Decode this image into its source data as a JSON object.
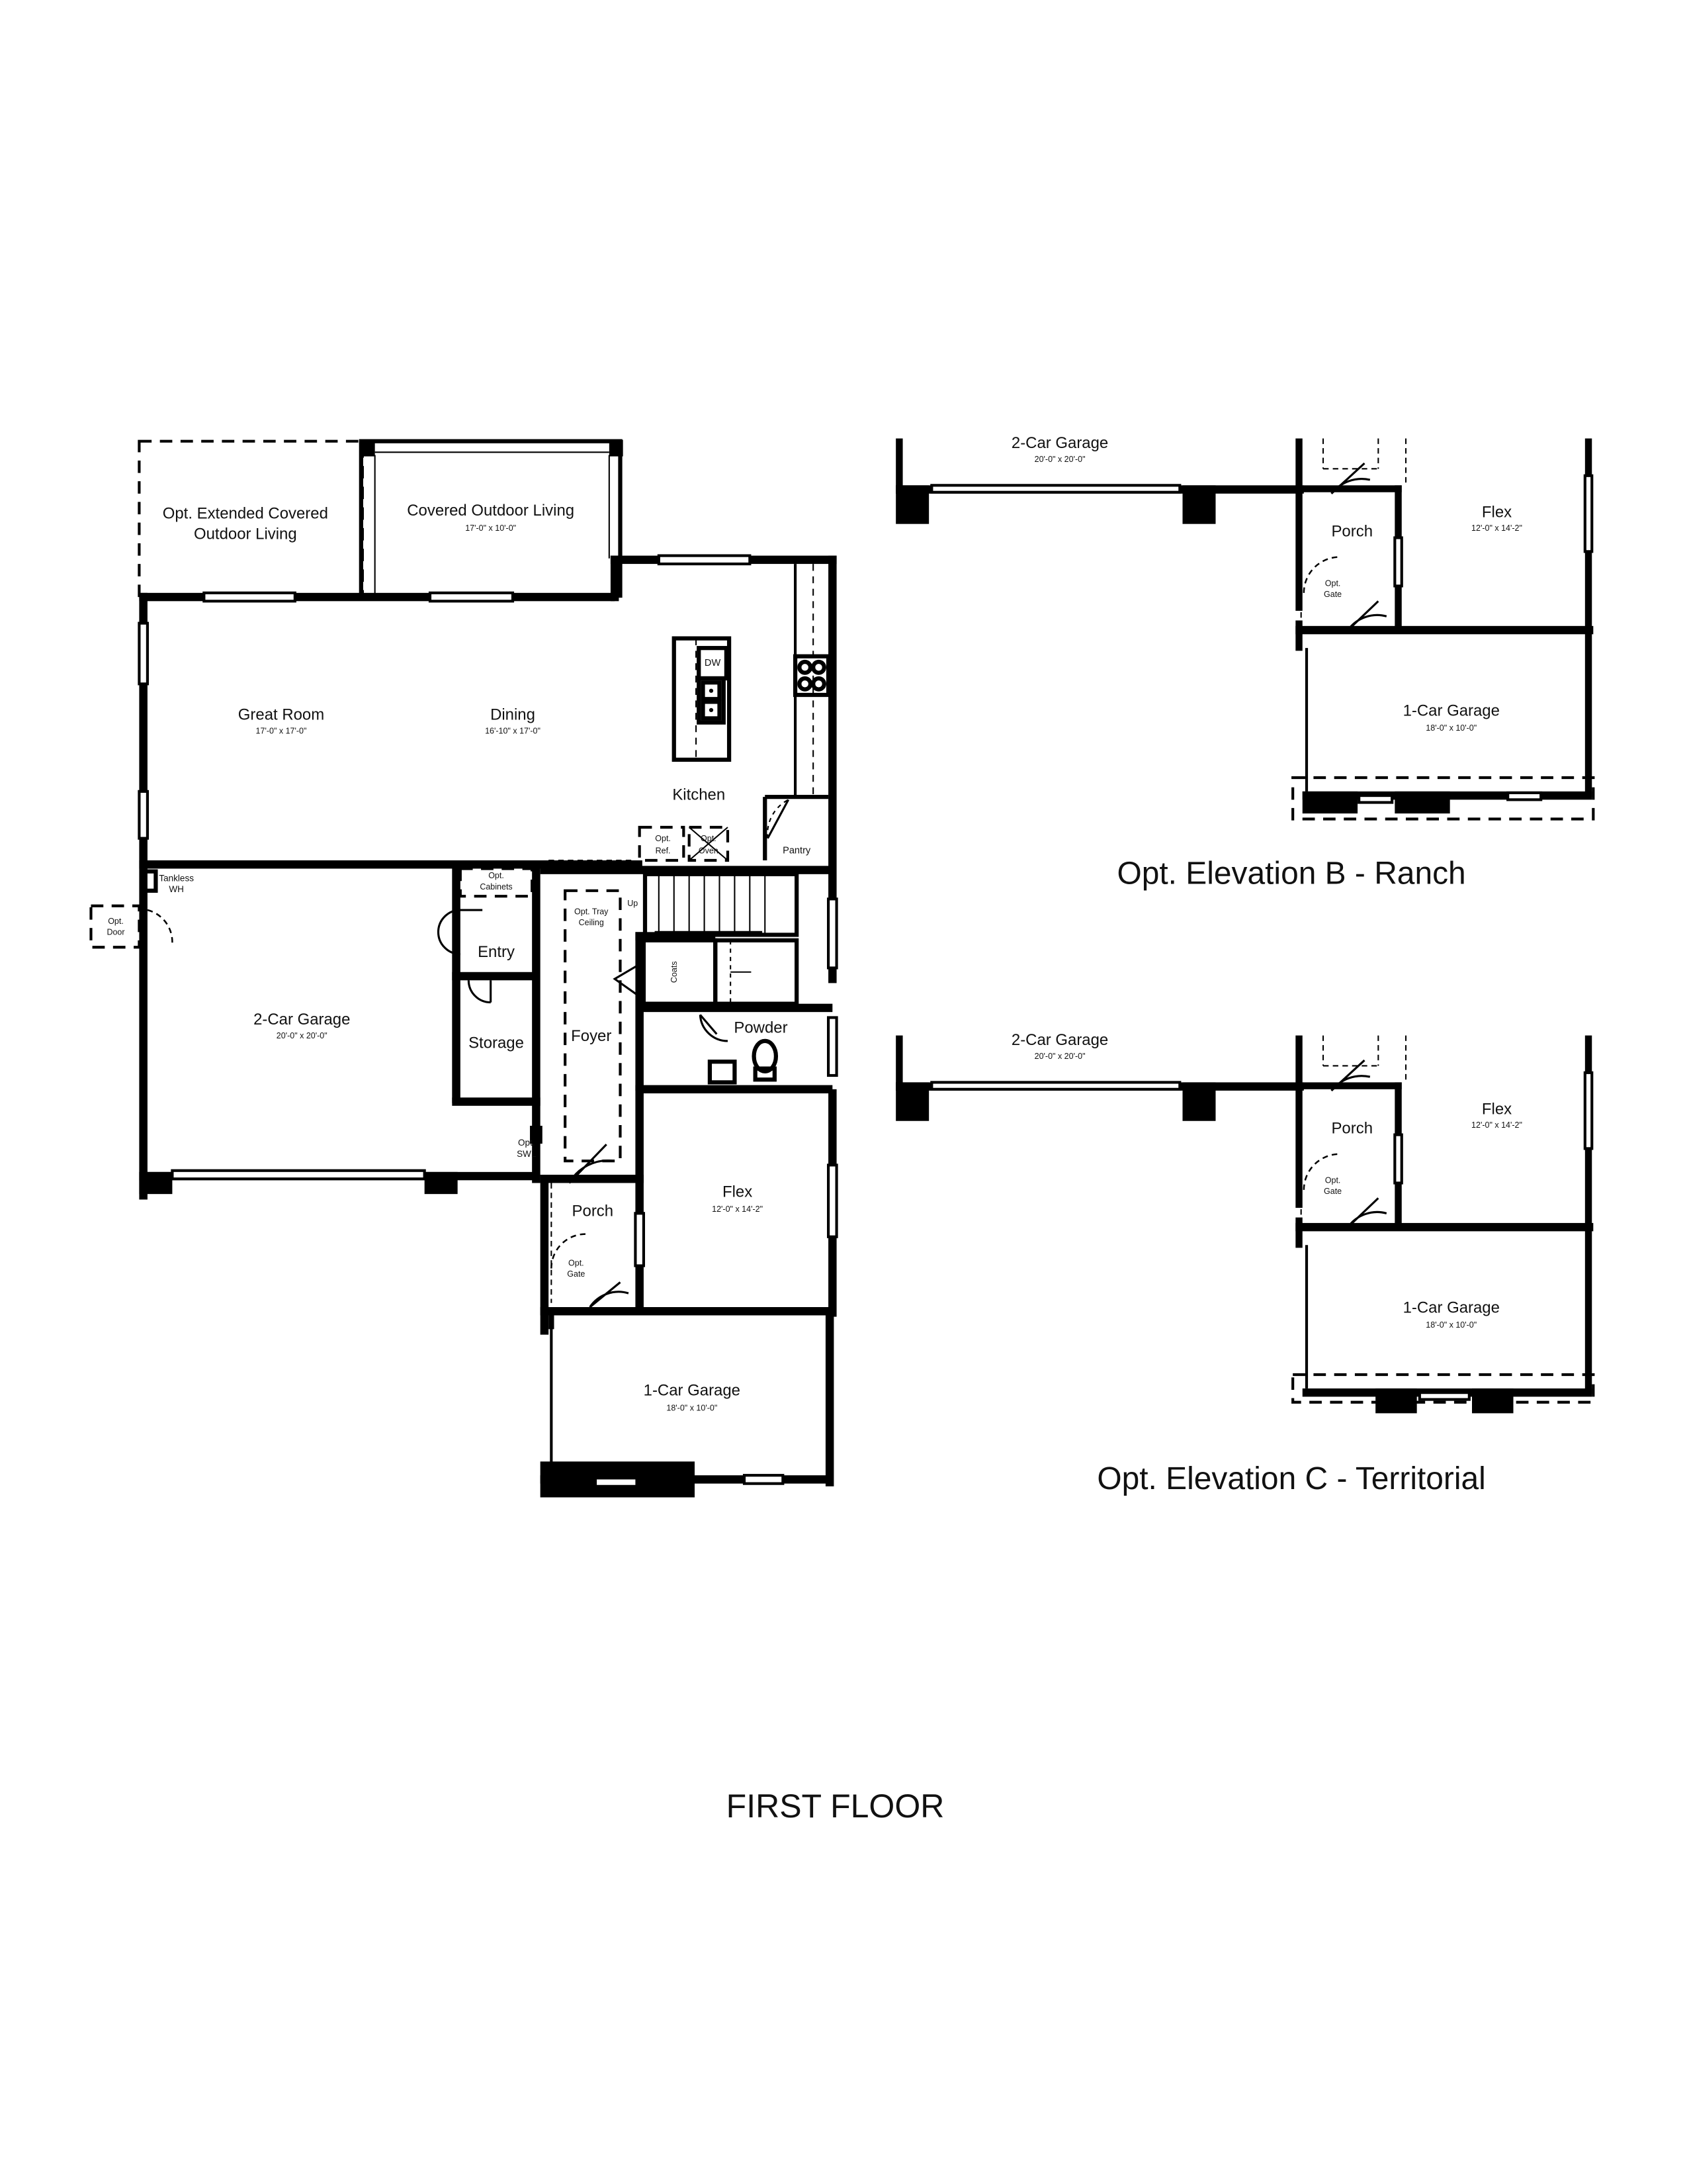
{
  "main_plan": {
    "opt_extended_line1": "Opt. Extended Covered",
    "opt_extended_line2": "Outdoor Living",
    "covered_outdoor_living": "Covered Outdoor Living",
    "covered_outdoor_living_dim": "17'-0\" x 10'-0\"",
    "great_room": "Great Room",
    "great_room_dim": "17'-0\" x 17'-0\"",
    "dining": "Dining",
    "dining_dim": "16'-10\" x 17'-0\"",
    "kitchen": "Kitchen",
    "dw": "DW",
    "opt_ref_1": "Opt.",
    "opt_ref_2": "Ref.",
    "opt_oven_1": "Opt.",
    "opt_oven_2": "Oven",
    "pantry": "Pantry",
    "tankless_1": "Tankless",
    "tankless_2": "WH",
    "opt_door_1": "Opt.",
    "opt_door_2": "Door",
    "opt_cabinets_1": "Opt.",
    "opt_cabinets_2": "Cabinets",
    "entry": "Entry",
    "storage": "Storage",
    "opt_tray_1": "Opt. Tray",
    "opt_tray_2": "Ceiling",
    "up": "Up",
    "coats": "Coats",
    "foyer": "Foyer",
    "powder": "Powder",
    "garage2": "2-Car Garage",
    "garage2_dim": "20'-0\" x 20'-0\"",
    "opt_swl_1": "Opt.",
    "opt_swl_2": "SWL",
    "flex": "Flex",
    "flex_dim": "12'-0\" x 14'-2\"",
    "porch": "Porch",
    "opt_gate_1": "Opt.",
    "opt_gate_2": "Gate",
    "garage1": "1-Car Garage",
    "garage1_dim": "18'-0\" x 10'-0\""
  },
  "elevation_b": {
    "caption": "Opt. Elevation B - Ranch",
    "garage2": "2-Car Garage",
    "garage2_dim": "20'-0\" x 20'-0\"",
    "porch": "Porch",
    "opt_gate_1": "Opt.",
    "opt_gate_2": "Gate",
    "flex": "Flex",
    "flex_dim": "12'-0\" x 14'-2\"",
    "garage1": "1-Car Garage",
    "garage1_dim": "18'-0\" x 10'-0\""
  },
  "elevation_c": {
    "caption": "Opt. Elevation C - Territorial",
    "garage2": "2-Car Garage",
    "garage2_dim": "20'-0\" x 20'-0\"",
    "porch": "Porch",
    "opt_gate_1": "Opt.",
    "opt_gate_2": "Gate",
    "flex": "Flex",
    "flex_dim": "12'-0\" x 14'-2\"",
    "garage1": "1-Car Garage",
    "garage1_dim": "18'-0\" x 10'-0\""
  },
  "page_title": "FIRST FLOOR"
}
